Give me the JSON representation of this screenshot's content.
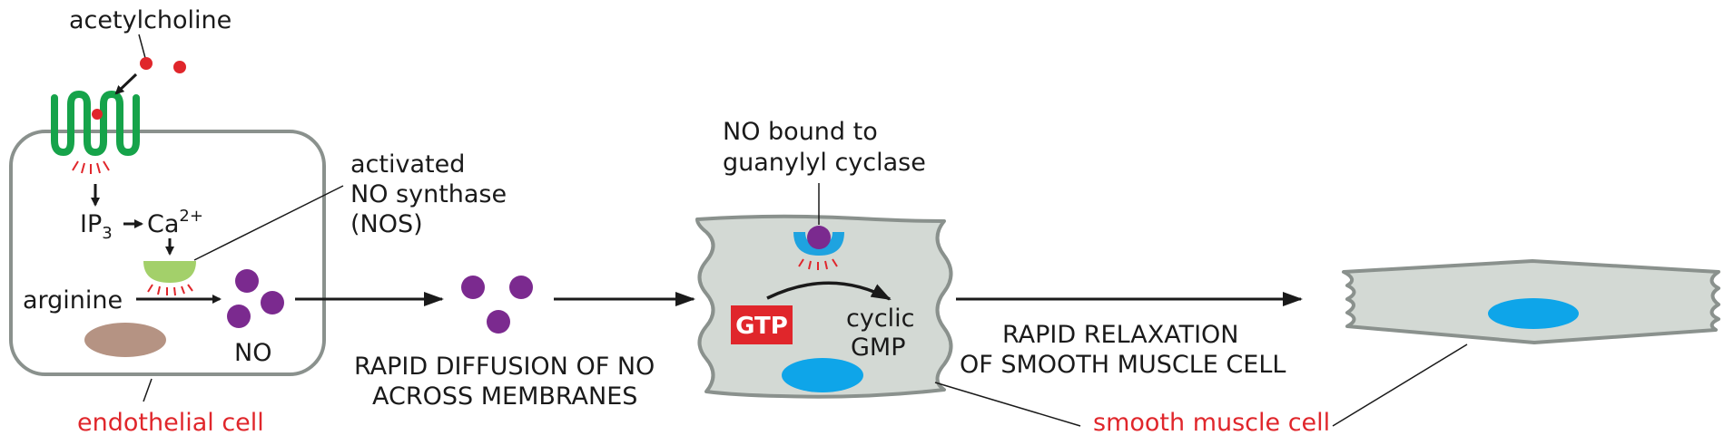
{
  "labels": {
    "acetylcholine": "acetylcholine",
    "ip3_main": "IP",
    "ip3_sub": "3",
    "ca_main": "Ca",
    "ca_sup": "2+",
    "activated_nos_line1": "activated",
    "activated_nos_line2": "NO synthase",
    "activated_nos_line3": "(NOS)",
    "arginine": "arginine",
    "no": "NO",
    "endothelial_cell": "endothelial cell",
    "diffusion_line1": "RAPID DIFFUSION OF NO",
    "diffusion_line2": "ACROSS MEMBRANES",
    "no_bound_line1": "NO bound to",
    "no_bound_line2": "guanylyl cyclase",
    "gtp": "GTP",
    "cyclic_gmp_line1": "cyclic",
    "cyclic_gmp_line2": "GMP",
    "relaxation_line1": "RAPID RELAXATION",
    "relaxation_line2": "OF SMOOTH MUSCLE CELL",
    "smooth_muscle_cell": "smooth muscle cell"
  },
  "colors": {
    "receptor": "#16a34a",
    "ligand": "#e0262b",
    "nos_enzyme": "#a3d06a",
    "no_molecule": "#7b2a8f",
    "nucleus_endothelial": "#b59383",
    "cell_fill": "#d3d9d4",
    "cell_stroke": "#8a918d",
    "nucleus_muscle": "#0ea5e9",
    "guanylyl_cyclase": "#1ea3e0",
    "gtp_box": "#e0262b",
    "label_red": "#e0262b"
  }
}
